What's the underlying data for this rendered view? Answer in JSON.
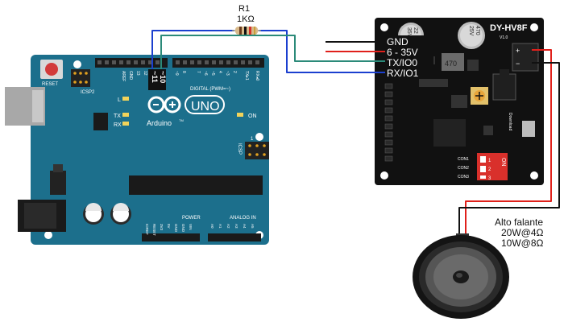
{
  "resistor": {
    "name": "R1",
    "value": "1KΩ"
  },
  "arduino": {
    "brand": "Arduino",
    "tm": "TM",
    "model": "UNO",
    "reset_label": "RESET",
    "icsp2_label": "ICSP2",
    "icsp_label": "ICSP",
    "led_l": "L",
    "led_tx": "TX",
    "led_rx": "RX",
    "on_label": "ON",
    "digital_header_label": "DIGITAL (PWM=~)",
    "pin_11": "~11",
    "pin_10": "~10",
    "power_label": "POWER",
    "analog_label": "ANALOG IN",
    "header_top_left": [
      "AREF",
      "GND",
      "13",
      "12"
    ],
    "header_top_right": [
      "~9",
      "8",
      "7",
      "~6",
      "~5",
      "4",
      "~3",
      "2",
      "TX▸1",
      "RX◂0"
    ],
    "power_pins": [
      "IOREF",
      "RESET",
      "3V3",
      "5V",
      "GND",
      "GND",
      "VIN"
    ],
    "analog_pins": [
      "A0",
      "A1",
      "A2",
      "A3",
      "A4",
      "A5"
    ],
    "icsp_num": "1"
  },
  "module": {
    "name": "DY-HV8F",
    "version": "V1.0",
    "pins": [
      "GND",
      "6 - 35V",
      "TX/IO0",
      "RX/IO1"
    ],
    "cap1": [
      "22",
      "35V"
    ],
    "cap2": [
      "470",
      "25V"
    ],
    "inductor": "470",
    "download_label": "Download",
    "plus": "+",
    "minus": "−",
    "con_labels": [
      "CON1",
      "CON2",
      "CON3"
    ],
    "dip_numbers": [
      "1",
      "2",
      "3"
    ],
    "dip_on": "ON"
  },
  "speaker": {
    "label": "Alto falante",
    "spec1": "20W@4Ω",
    "spec2": "10W@8Ω"
  },
  "colors": {
    "board_blue": "#1c6f8c",
    "wire_blue": "#1b3fcf",
    "wire_green": "#2b8a79",
    "wire_red": "#e0201b",
    "wire_black": "#111111",
    "module_black": "#111111",
    "dip_red": "#d9302b"
  }
}
